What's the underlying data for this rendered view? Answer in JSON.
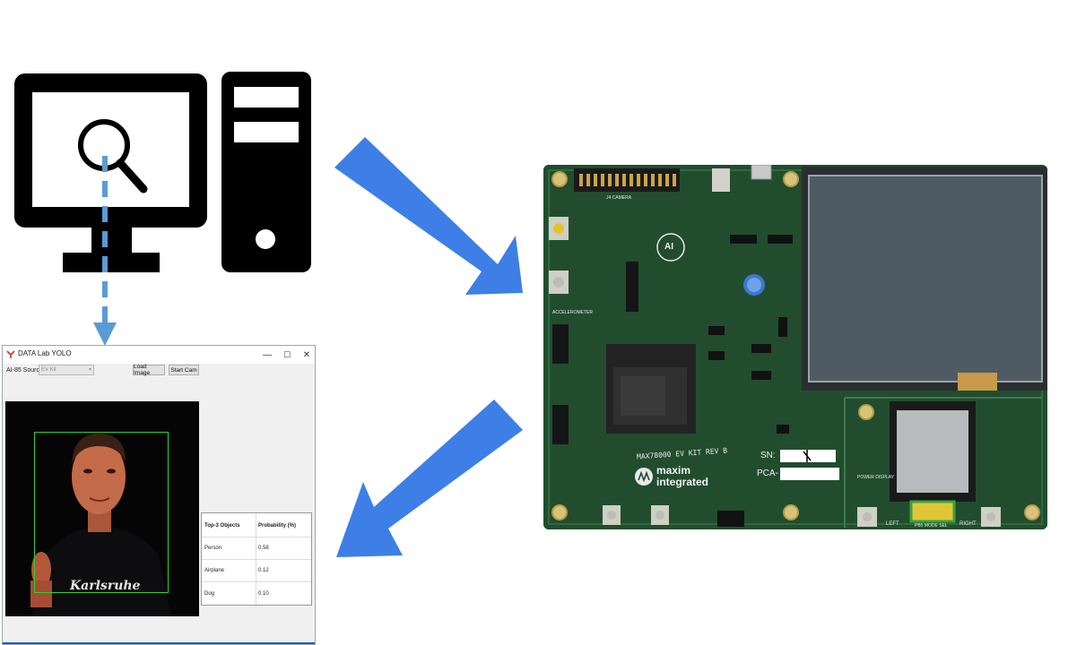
{
  "app": {
    "title": "DATA Lab YOLO",
    "window_controls": {
      "minimize": "—",
      "maximize": "☐",
      "close": "✕"
    },
    "source_label": "AI-85 Source:",
    "source_value": "EV Kit",
    "load_image_label": "Load Image",
    "start_cam_label": "Start Cam",
    "image_caption": "Karlsruhe",
    "detection_color": "#2fd12f",
    "table": {
      "headers": [
        "Top-3 Objects",
        "Probability (%)"
      ],
      "rows": [
        [
          "Person",
          "0.58"
        ],
        [
          "Airplane",
          "0.12"
        ],
        [
          "Dog",
          "0.10"
        ]
      ]
    }
  },
  "board": {
    "silkscreen": {
      "kit_name": "MAX78000 EV KIT REV B",
      "brand_line1": "maxim",
      "brand_line2": "integrated",
      "sn_label": "SN:",
      "pca_label": "PCA-",
      "camera": "J4 CAMERA",
      "accelerometer": "ACCELEROMETER",
      "left": "LEFT",
      "right": "RIGHT",
      "pb5_mode_sel": "PB5 MODE SEL",
      "power_display": "POWER DISPLAY",
      "ai_logo": "AI"
    },
    "colors": {
      "pcb": "#1f4a2b",
      "lcd": "#4f5b64",
      "accent_blue": "#3d7fe6"
    }
  },
  "icons": {
    "computer": "desktop-computer-icon",
    "magnifier": "magnifier-icon",
    "arrows": [
      "arrow-to-board-icon",
      "arrow-to-app-icon"
    ],
    "connector": "dashed-arrow-icon"
  }
}
